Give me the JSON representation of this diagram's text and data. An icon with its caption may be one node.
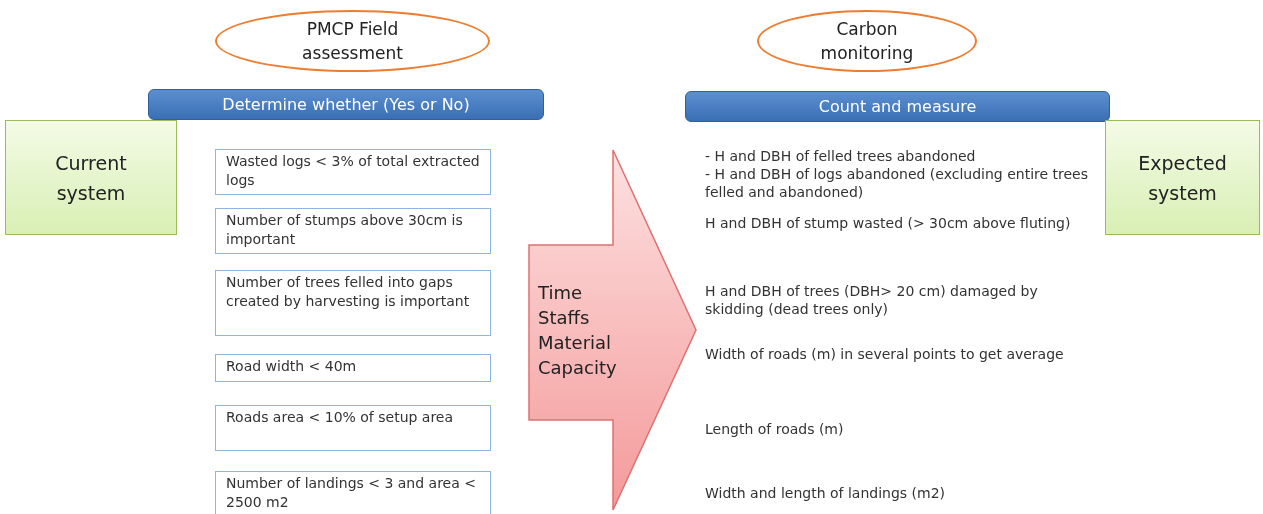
{
  "diagram": {
    "nodes": [
      {
        "text": [
          "PMCP Field assessment"
        ]
      },
      {
        "text": [
          "Carbon monitoring"
        ]
      },
      {
        "text": [
          "Determine whether (Yes or No)"
        ]
      },
      {
        "text": [
          "Count and measure"
        ]
      },
      {
        "text": [
          "Current system"
        ]
      },
      {
        "text": [
          "Expected system"
        ]
      },
      {
        "text": [
          "Wasted logs < 3% of total extracted logs"
        ]
      },
      {
        "text": [
          "Number of stumps above 30cm is important"
        ]
      },
      {
        "text": [
          "Number of trees felled into gaps created by harvesting is important"
        ]
      },
      {
        "text": [
          "Road width < 40m"
        ]
      },
      {
        "text": [
          "Roads area < 10% of setup area"
        ]
      },
      {
        "text": [
          "Number of landings < 3 and area < 2500 m2"
        ]
      },
      {
        "text": [
          "Time Staffs Material Capacity"
        ]
      }
    ],
    "labels": [
      "- H and DBH of felled trees abandoned",
      "- H and DBH of logs abandoned (excluding entire trees felled and abandoned)",
      "H and DBH of stump wasted (> 30cm above fluting)",
      "H and DBH of trees (DBH> 20 cm) damaged by skidding (dead trees only)",
      "Width of roads (m) in several points to get average",
      "Length of roads (m)",
      "Width and length of landings (m2)"
    ]
  }
}
